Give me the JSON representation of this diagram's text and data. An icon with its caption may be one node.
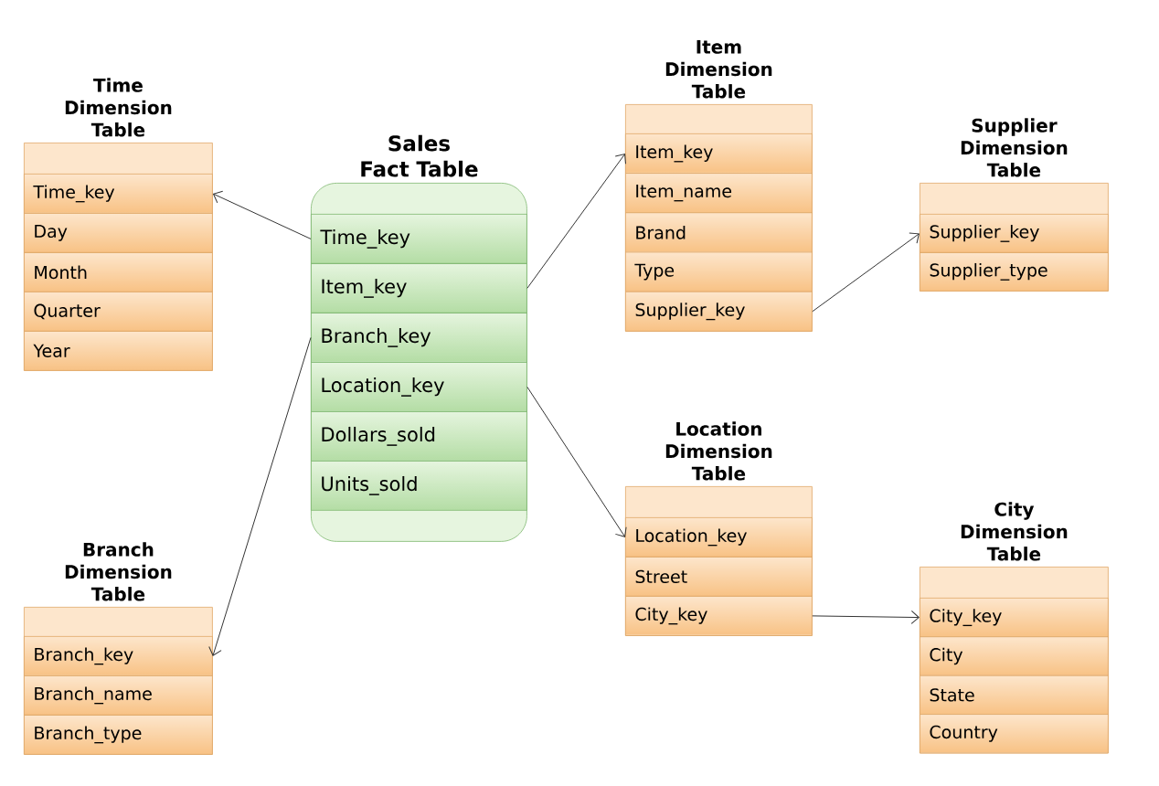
{
  "diagram": {
    "nodes": [
      {
        "text": [
          "Time Dimension Table"
        ]
      },
      {
        "text": [
          "Time_key"
        ],
        "in": 0
      },
      {
        "text": [
          "Day"
        ],
        "in": 0
      },
      {
        "text": [
          "Month"
        ],
        "in": 0
      },
      {
        "text": [
          "Quarter"
        ],
        "in": 0
      },
      {
        "text": [
          "Year"
        ],
        "in": 0
      },
      {
        "text": [
          "Sales Fact Table"
        ]
      },
      {
        "text": [
          "Time_key"
        ],
        "in": 6
      },
      {
        "text": [
          "Item_key"
        ],
        "in": 6
      },
      {
        "text": [
          "Branch_key"
        ],
        "in": 6
      },
      {
        "text": [
          "Location_key"
        ],
        "in": 6
      },
      {
        "text": [
          "Dollars_sold"
        ],
        "in": 6
      },
      {
        "text": [
          "Units_sold"
        ],
        "in": 6
      },
      {
        "text": [
          "Item Dimension Table"
        ]
      },
      {
        "text": [
          "Item_key"
        ],
        "in": 13
      },
      {
        "text": [
          "Item_name"
        ],
        "in": 13
      },
      {
        "text": [
          "Brand"
        ],
        "in": 13
      },
      {
        "text": [
          "Type"
        ],
        "in": 13
      },
      {
        "text": [
          "Supplier_key"
        ],
        "in": 13
      },
      {
        "text": [
          "Supplier Dimension Table"
        ]
      },
      {
        "text": [
          "Supplier_key"
        ],
        "in": 19
      },
      {
        "text": [
          "Supplier_type"
        ],
        "in": 19
      },
      {
        "text": [
          "Location Dimension Table"
        ]
      },
      {
        "text": [
          "Location_key"
        ],
        "in": 22
      },
      {
        "text": [
          "Street"
        ],
        "in": 22
      },
      {
        "text": [
          "City_key"
        ],
        "in": 22
      },
      {
        "text": [
          "Branch Dimension Table"
        ]
      },
      {
        "text": [
          "Branch_key"
        ],
        "in": 26
      },
      {
        "text": [
          "Branch_name"
        ],
        "in": 26
      },
      {
        "text": [
          "Branch_type"
        ],
        "in": 26
      },
      {
        "text": [
          "City Dimension Table"
        ]
      },
      {
        "text": [
          "City_key"
        ],
        "in": 30
      },
      {
        "text": [
          "City"
        ],
        "in": 30
      },
      {
        "text": [
          "State"
        ],
        "in": 30
      },
      {
        "text": [
          "Country"
        ],
        "in": 30
      }
    ],
    "edges": [
      {
        "from": 7,
        "to": 1,
        "arrow": "to"
      },
      {
        "from": 8,
        "to": 14,
        "arrow": "to"
      },
      {
        "from": 9,
        "to": 27,
        "arrow": "to"
      },
      {
        "from": 10,
        "to": 23,
        "arrow": "to"
      },
      {
        "from": 18,
        "to": 20,
        "arrow": "to"
      },
      {
        "from": 25,
        "to": 31,
        "arrow": "to"
      }
    ]
  }
}
